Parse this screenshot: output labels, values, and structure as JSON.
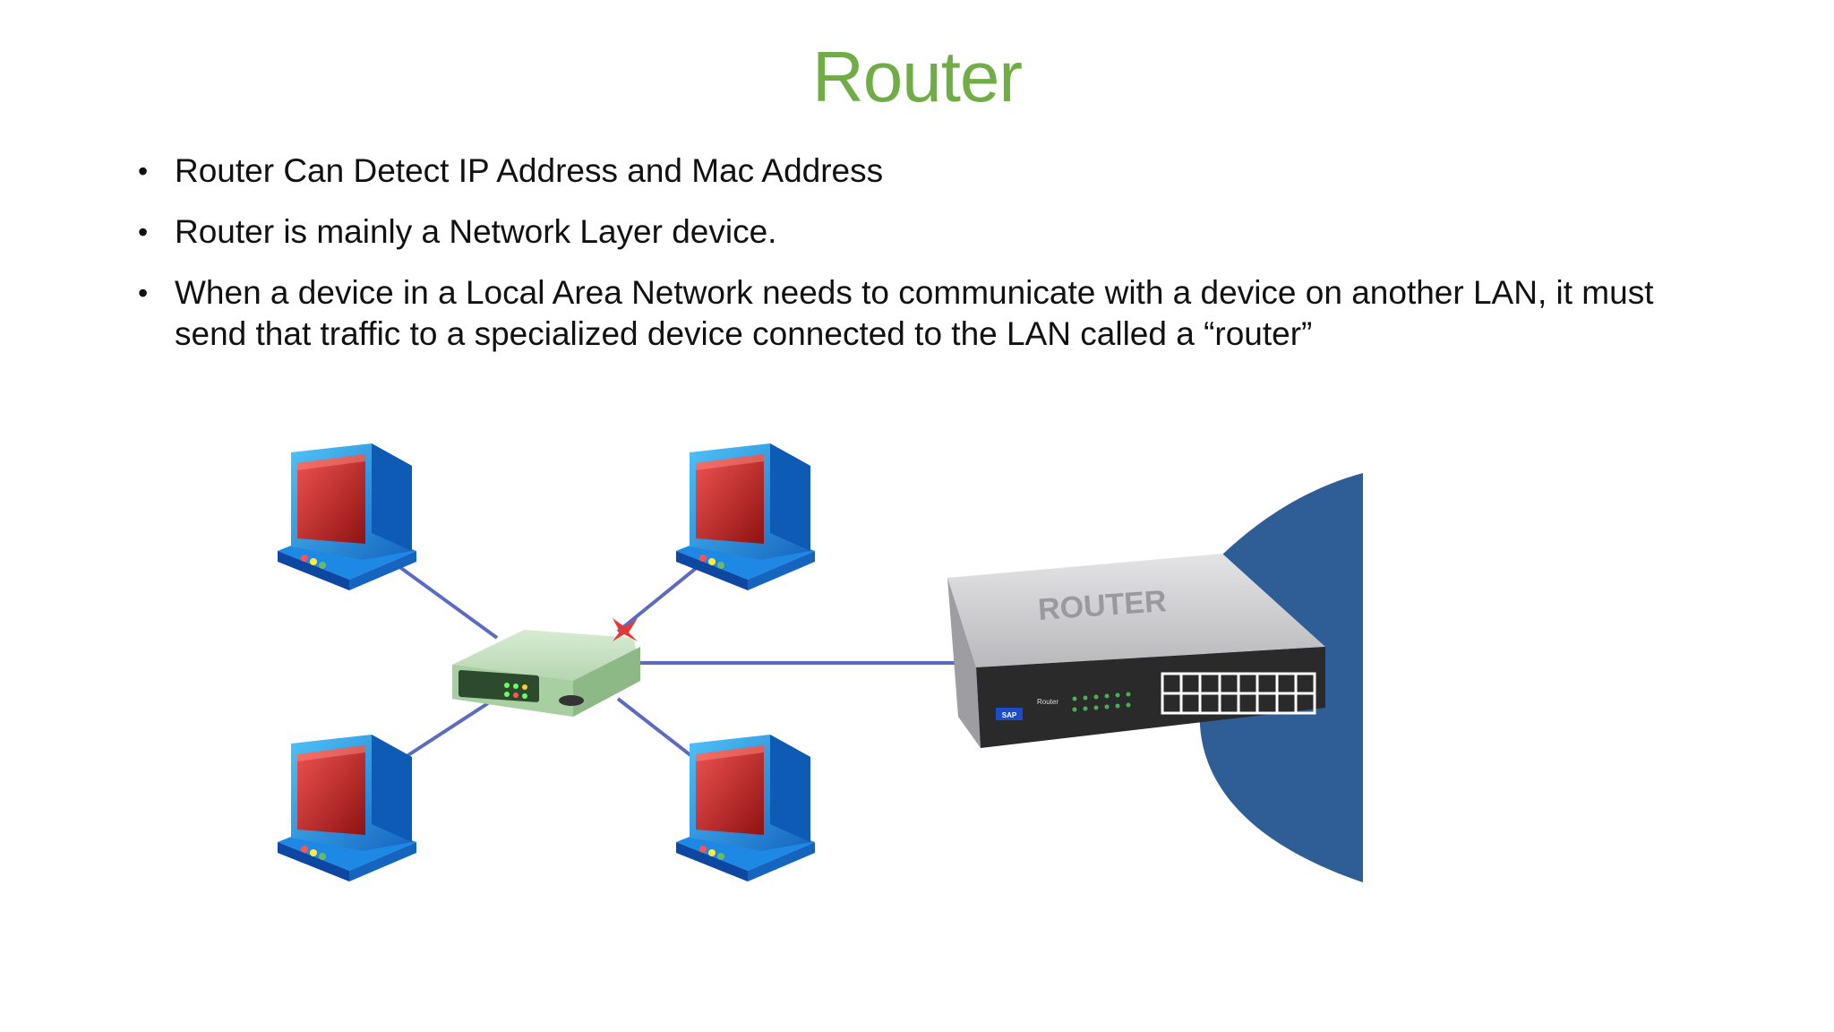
{
  "slide": {
    "title": "Router",
    "bullets": [
      "Router Can Detect IP Address and Mac Address",
      "Router is mainly a Network Layer device.",
      "When a device in a Local Area Network needs to communicate with a device on another LAN, it must send that traffic to a specialized device connected to the LAN called a “router”"
    ]
  },
  "diagram": {
    "router_label": "ROUTER",
    "router_brand": "Router",
    "router_badge": "SAP",
    "computers": [
      "computer-top-left",
      "computer-top-right",
      "computer-bottom-left",
      "computer-bottom-right"
    ],
    "colors": {
      "title": "#70ad47",
      "computer_body": "#1e88e5",
      "screen": "#d32f2f",
      "cable": "#5c6bc0",
      "switch": "#b8d8b0",
      "router_top": "#cfcfd1",
      "router_front": "#2a2a2a",
      "network_cloud": "#2f5e96"
    },
    "icons": [
      "computer-icon",
      "switch-icon",
      "router-icon"
    ]
  }
}
